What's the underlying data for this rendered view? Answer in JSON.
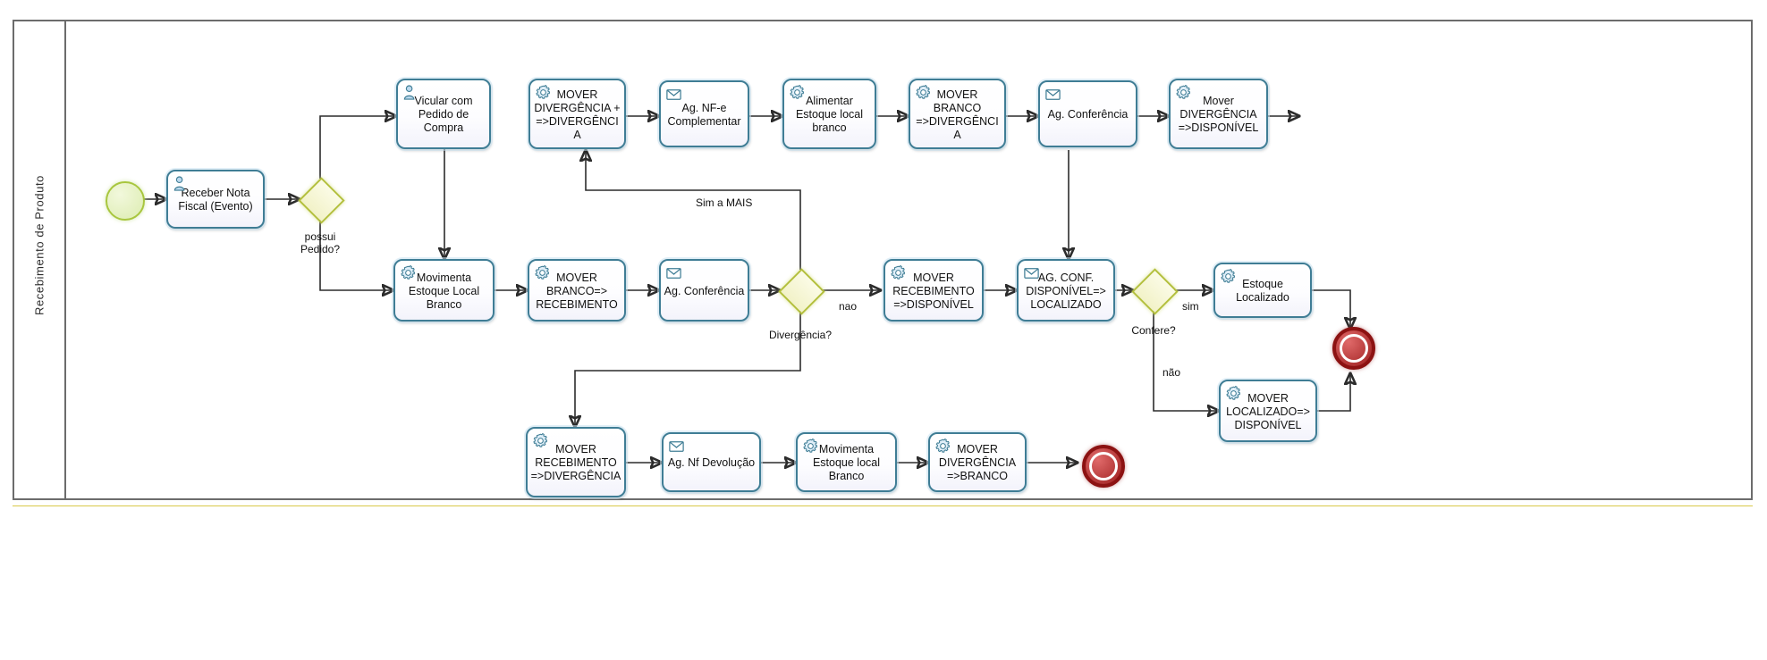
{
  "pool": {
    "lane_label": "Recebimento de Produto"
  },
  "events": {
    "start": {
      "name": "start-event"
    },
    "end_right": {
      "name": "end-event-right"
    },
    "end_bottom": {
      "name": "end-event-bottom"
    }
  },
  "gateways": [
    {
      "id": "gw-possui-pedido",
      "label": "possui\nPedido?",
      "label_line1": "possui",
      "label_line2": "Pedido?"
    },
    {
      "id": "gw-divergencia",
      "label": "Divergência?"
    },
    {
      "id": "gw-confere",
      "label": "Confere?"
    }
  ],
  "tasks": [
    {
      "id": "t-receber-nf",
      "icon": "user-icon",
      "label": "Receber Nota Fiscal (Evento)"
    },
    {
      "id": "t-vincular-pedido",
      "icon": "user-icon",
      "label": "Vicular com Pedido de Compra"
    },
    {
      "id": "t-mover-div-mais",
      "icon": "gear-icon",
      "label": "MOVER DIVERGÊNCIA + =>DIVERGÊNCIA"
    },
    {
      "id": "t-ag-nfe-compl",
      "icon": "envelope-icon",
      "label": "Ag. NF-e Complementar"
    },
    {
      "id": "t-alimentar-estoque",
      "icon": "gear-icon",
      "label": "Alimentar Estoque local branco"
    },
    {
      "id": "t-mover-branco-div",
      "icon": "gear-icon",
      "label": "MOVER BRANCO =>DIVERGÊNCIA"
    },
    {
      "id": "t-ag-conferencia-top",
      "icon": "envelope-icon",
      "label": "Ag. Conferência"
    },
    {
      "id": "t-mover-div-disp",
      "icon": "gear-icon",
      "label": "Mover DIVERGÊNCIA =>DISPONÍVEL"
    },
    {
      "id": "t-movimenta-estoque",
      "icon": "gear-icon",
      "label": "Movimenta Estoque Local Branco"
    },
    {
      "id": "t-mover-branco-receb",
      "icon": "gear-icon",
      "label": "MOVER BRANCO=> RECEBIMENTO"
    },
    {
      "id": "t-ag-conferencia-mid",
      "icon": "envelope-icon",
      "label": "Ag. Conferência"
    },
    {
      "id": "t-mover-receb-disp",
      "icon": "gear-icon",
      "label": "MOVER RECEBIMENTO =>DISPONÍVEL"
    },
    {
      "id": "t-ag-conf-localizado",
      "icon": "envelope-icon",
      "label": "AG. CONF. DISPONÍVEL=> LOCALIZADO"
    },
    {
      "id": "t-estoque-localizado",
      "icon": "gear-icon",
      "label": "Estoque Localizado"
    },
    {
      "id": "t-mover-loc-disp",
      "icon": "gear-icon",
      "label": "MOVER LOCALIZADO=> DISPONÍVEL"
    },
    {
      "id": "t-mover-receb-div",
      "icon": "gear-icon",
      "label": "MOVER RECEBIMENTO =>DIVERGÊNCIA"
    },
    {
      "id": "t-ag-nf-devolucao",
      "icon": "envelope-icon",
      "label": "Ag. Nf Devolução"
    },
    {
      "id": "t-movimenta-estoque2",
      "icon": "gear-icon",
      "label": "Movimenta Estoque local Branco"
    },
    {
      "id": "t-mover-div-branco",
      "icon": "gear-icon",
      "label": "MOVER DIVERGÊNCIA =>BRANCO"
    }
  ],
  "flow_labels": [
    {
      "id": "fl-sim-a-mais",
      "text": "Sim a MAIS"
    },
    {
      "id": "fl-nao",
      "text": "nao"
    },
    {
      "id": "fl-sim",
      "text": "sim"
    },
    {
      "id": "fl-nao2",
      "text": "não"
    }
  ],
  "colors": {
    "task_border": "#3f7d95",
    "gateway_border": "#b3bf3c",
    "start_border": "#a8c63e",
    "end_border": "#8c1212",
    "pool_border": "#6c6c6c",
    "flow_stroke": "#2c2c2c"
  }
}
